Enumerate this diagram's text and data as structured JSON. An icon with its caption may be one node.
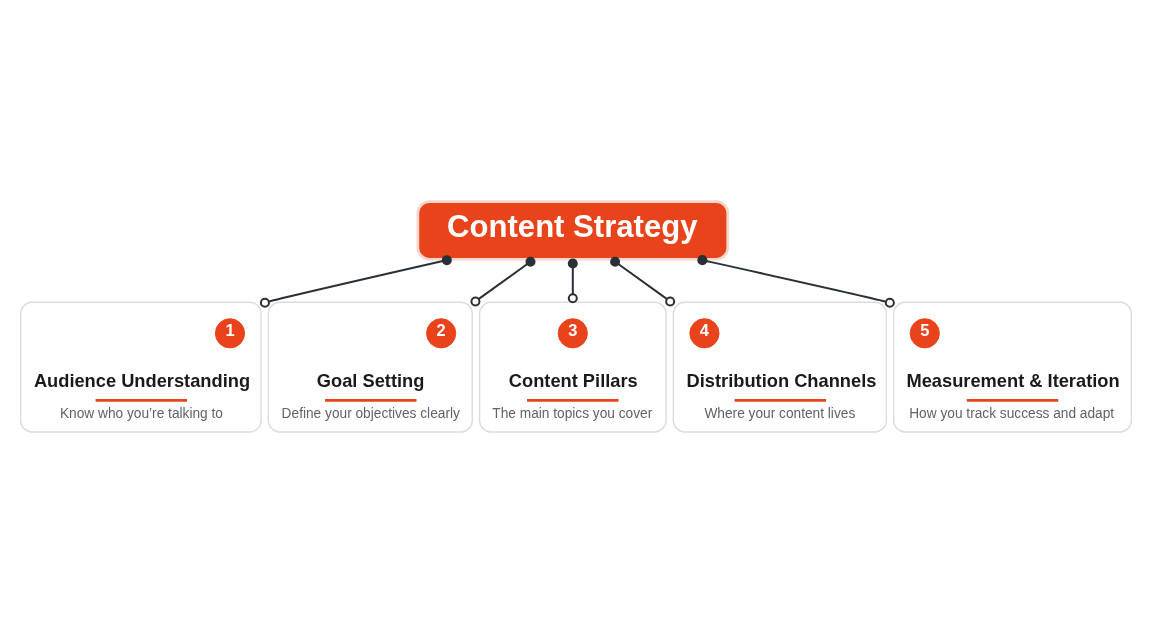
{
  "diagram": {
    "nodes": [
      {
        "text": [
          "Content Strategy"
        ]
      },
      {
        "text": [
          "Audience Understanding",
          "Know who you’re talking to"
        ]
      },
      {
        "text": [
          "1"
        ],
        "in": 1
      },
      {
        "text": [
          "Goal Setting",
          "Define your objectives clearly"
        ]
      },
      {
        "text": [
          "2"
        ],
        "in": 3
      },
      {
        "text": [
          "Content Pillars",
          "The main topics you cover"
        ]
      },
      {
        "text": [
          "3"
        ],
        "in": 5
      },
      {
        "text": [
          "Distribution Channels",
          "Where your content lives"
        ]
      },
      {
        "text": [
          "4"
        ],
        "in": 7
      },
      {
        "text": [
          "Measurement & Iteration",
          "How you track success and adapt"
        ]
      },
      {
        "text": [
          "5"
        ],
        "in": 9
      }
    ],
    "edges": [
      {
        "from": 0,
        "to": 1,
        "arrow": "other"
      },
      {
        "from": 0,
        "to": 3,
        "arrow": "other"
      },
      {
        "from": 0,
        "to": 5,
        "arrow": "other"
      },
      {
        "from": 0,
        "to": 7,
        "arrow": "other"
      },
      {
        "from": 0,
        "to": 9,
        "arrow": "other"
      }
    ]
  }
}
